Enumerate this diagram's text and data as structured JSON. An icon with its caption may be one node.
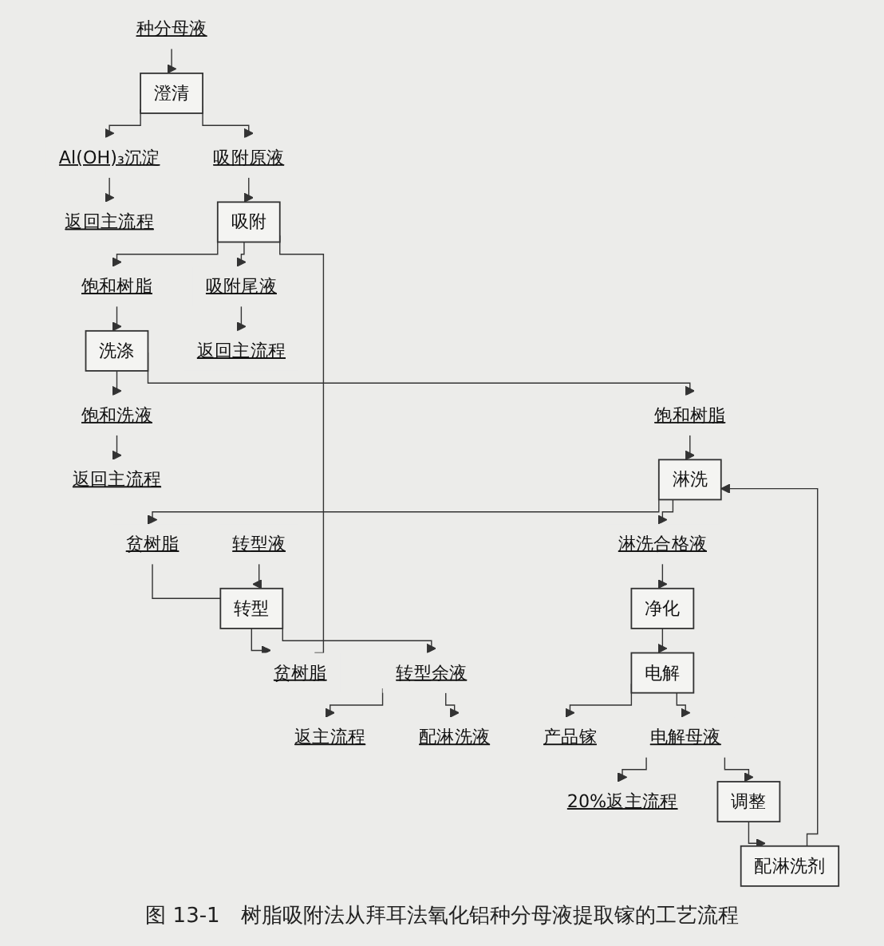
{
  "diagram": {
    "caption": "图 13-1　树脂吸附法从拜耳法氧化铝种分母液提取镓的工艺流程",
    "nodes": [
      {
        "text": [
          "种分母液"
        ]
      },
      {
        "text": [
          "澄清"
        ]
      },
      {
        "text": [
          "吸附原液"
        ]
      },
      {
        "text": [
          "Al(OH)₃沉淀"
        ]
      },
      {
        "text": [
          "返回主流程"
        ]
      },
      {
        "text": [
          "吸附"
        ]
      },
      {
        "text": [
          "饱和树脂"
        ]
      },
      {
        "text": [
          "吸附尾液"
        ]
      },
      {
        "text": [
          "洗涤"
        ]
      },
      {
        "text": [
          "返回主流程"
        ]
      },
      {
        "text": [
          "饱和树脂"
        ]
      },
      {
        "text": [
          "饱和洗液"
        ]
      },
      {
        "text": [
          "返回主流程"
        ]
      },
      {
        "text": [
          "淋洗"
        ]
      },
      {
        "text": [
          "贫树脂"
        ]
      },
      {
        "text": [
          "淋洗合格液"
        ]
      },
      {
        "text": [
          "转型液"
        ]
      },
      {
        "text": [
          "转型"
        ]
      },
      {
        "text": [
          "净化"
        ]
      },
      {
        "text": [
          "贫树脂"
        ]
      },
      {
        "text": [
          "转型余液"
        ]
      },
      {
        "text": [
          "电解"
        ]
      },
      {
        "text": [
          "返主流程"
        ]
      },
      {
        "text": [
          "配淋洗液"
        ]
      },
      {
        "text": [
          "产品镓"
        ]
      },
      {
        "text": [
          "电解母液"
        ]
      },
      {
        "text": [
          "20%返主流程"
        ]
      },
      {
        "text": [
          "调整"
        ]
      },
      {
        "text": [
          "配淋洗剂"
        ]
      }
    ],
    "edges": [
      {
        "from": 0,
        "to": 1,
        "arrow": "to"
      },
      {
        "from": 1,
        "to": 2,
        "arrow": "to"
      },
      {
        "from": 1,
        "to": 3,
        "arrow": "to"
      },
      {
        "from": 3,
        "to": 4,
        "arrow": "to"
      },
      {
        "from": 2,
        "to": 5,
        "arrow": "to"
      },
      {
        "from": 5,
        "to": 6,
        "arrow": "to"
      },
      {
        "from": 5,
        "to": 7,
        "arrow": "to"
      },
      {
        "from": 7,
        "to": 9,
        "arrow": "to"
      },
      {
        "from": 6,
        "to": 8,
        "arrow": "to"
      },
      {
        "from": 8,
        "to": 10,
        "arrow": "to"
      },
      {
        "from": 8,
        "to": 11,
        "arrow": "to"
      },
      {
        "from": 11,
        "to": 12,
        "arrow": "to"
      },
      {
        "from": 10,
        "to": 13,
        "arrow": "to"
      },
      {
        "from": 13,
        "to": 14,
        "arrow": "to"
      },
      {
        "from": 13,
        "to": 15,
        "arrow": "to"
      },
      {
        "from": 14,
        "to": 17,
        "arrow": "none"
      },
      {
        "from": 16,
        "to": 17,
        "arrow": "to"
      },
      {
        "from": 15,
        "to": 18,
        "arrow": "to"
      },
      {
        "from": 17,
        "to": 19,
        "arrow": "to"
      },
      {
        "from": 17,
        "to": 20,
        "arrow": "to"
      },
      {
        "from": 20,
        "to": 22,
        "arrow": "to"
      },
      {
        "from": 20,
        "to": 23,
        "arrow": "to"
      },
      {
        "from": 19,
        "to": 5,
        "arrow": "none"
      },
      {
        "from": 18,
        "to": 21,
        "arrow": "to"
      },
      {
        "from": 21,
        "to": 24,
        "arrow": "to"
      },
      {
        "from": 21,
        "to": 25,
        "arrow": "to"
      },
      {
        "from": 25,
        "to": 26,
        "arrow": "to"
      },
      {
        "from": 25,
        "to": 27,
        "arrow": "to"
      },
      {
        "from": 27,
        "to": 28,
        "arrow": "to"
      },
      {
        "from": 28,
        "to": 13,
        "arrow": "to"
      }
    ]
  }
}
